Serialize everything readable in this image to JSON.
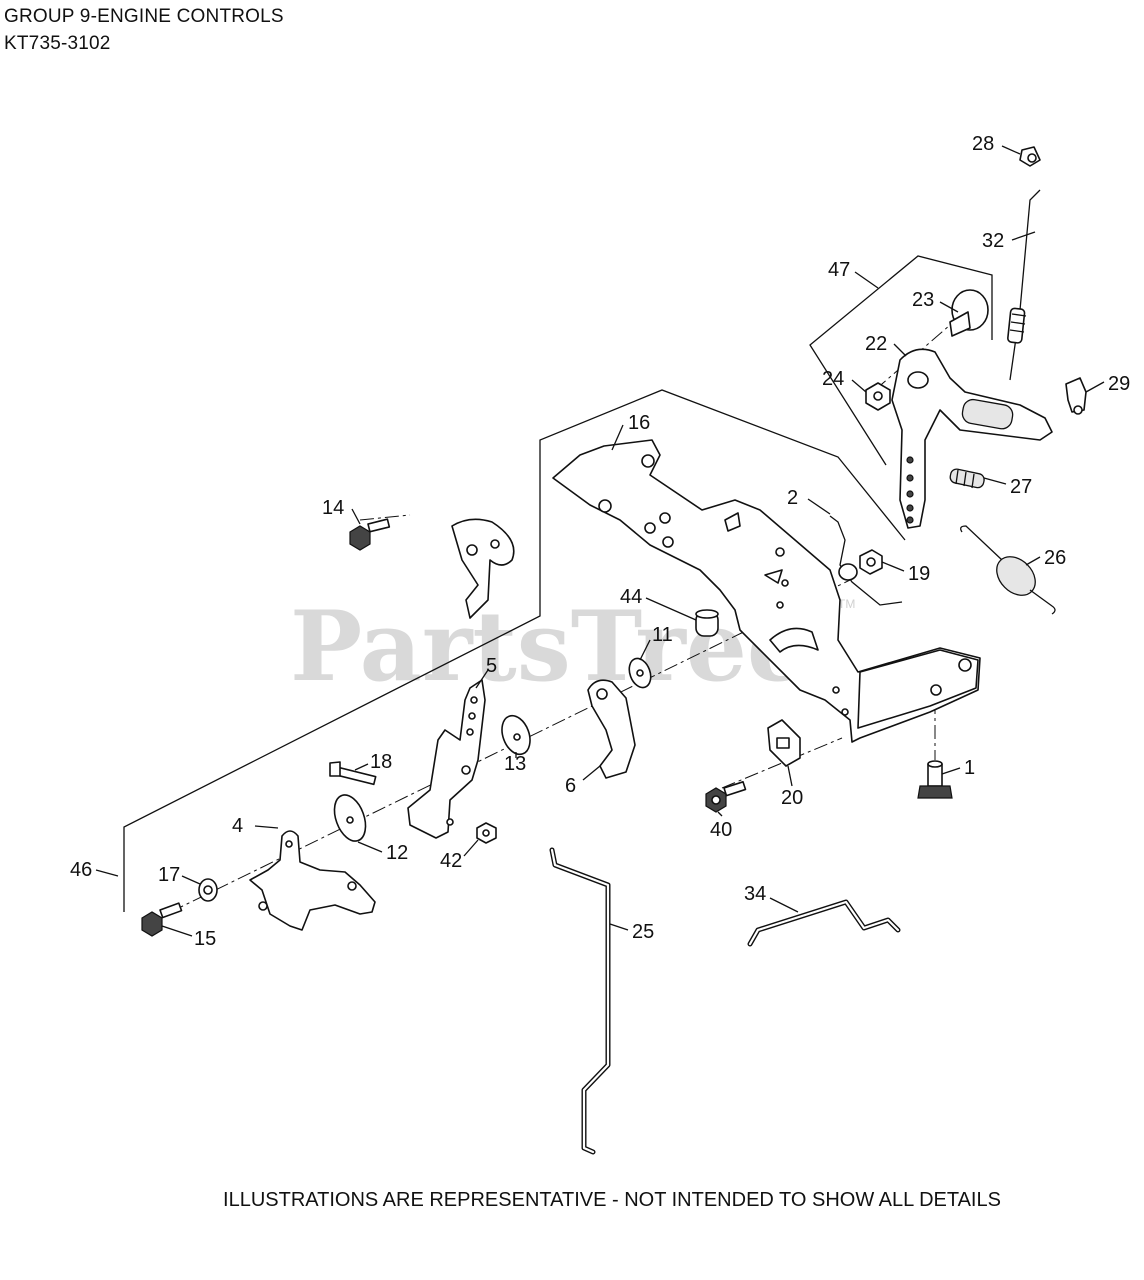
{
  "header": {
    "group_title": "GROUP 9-ENGINE CONTROLS",
    "model": "KT735-3102"
  },
  "watermark": "PartsTree",
  "watermark_tm": "TM",
  "footer": "ILLUSTRATIONS ARE REPRESENTATIVE - NOT INTENDED TO SHOW ALL DETAILS",
  "callouts": [
    "1",
    "2",
    "4",
    "5",
    "6",
    "11",
    "12",
    "13",
    "14",
    "15",
    "16",
    "17",
    "18",
    "19",
    "20",
    "22",
    "23",
    "24",
    "25",
    "26",
    "27",
    "28",
    "29",
    "32",
    "34",
    "40",
    "42",
    "44",
    "46",
    "47"
  ]
}
